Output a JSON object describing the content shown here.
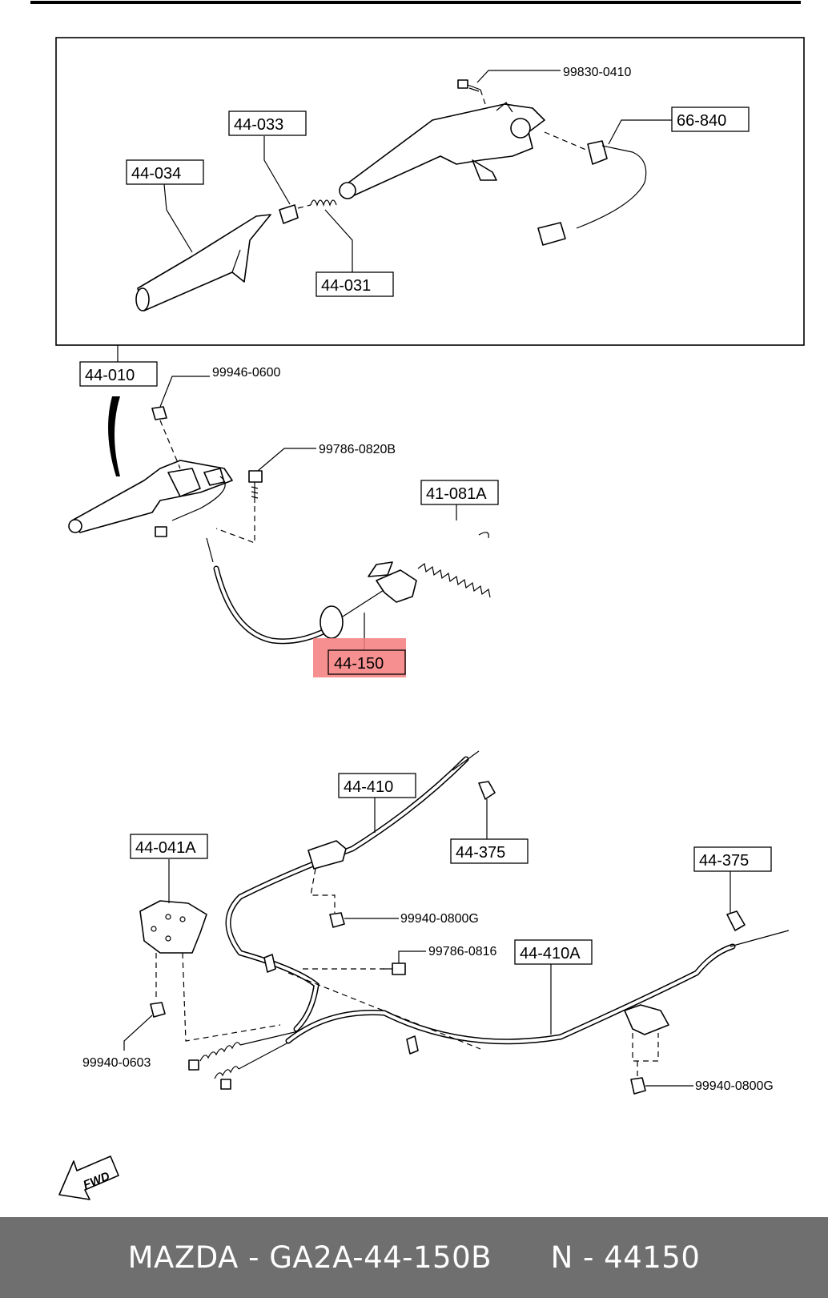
{
  "labels": {
    "l_99830_0410": "99830-0410",
    "l_44_033": "44-033",
    "l_66_840": "66-840",
    "l_44_034": "44-034",
    "l_44_031": "44-031",
    "l_44_010": "44-010",
    "l_99946_0600": "99946-0600",
    "l_99786_0820B": "99786-0820B",
    "l_41_081A": "41-081A",
    "l_44_150": "44-150",
    "l_44_410": "44-410",
    "l_44_375_a": "44-375",
    "l_44_041A": "44-041A",
    "l_44_375_b": "44-375",
    "l_99940_0800G_a": "99940-0800G",
    "l_99786_0816": "99786-0816",
    "l_44_410A": "44-410A",
    "l_99940_0603": "99940-0603",
    "l_99940_0800G_b": "99940-0800G",
    "fwd": "FWD"
  },
  "colors": {
    "highlight": "#f47c7c",
    "footer_bg": "#6f6f6f",
    "footer_text": "#ffffff"
  },
  "footer": {
    "brand_part": "MAZDA - GA2A-44-150B",
    "number": "N - 44150"
  }
}
